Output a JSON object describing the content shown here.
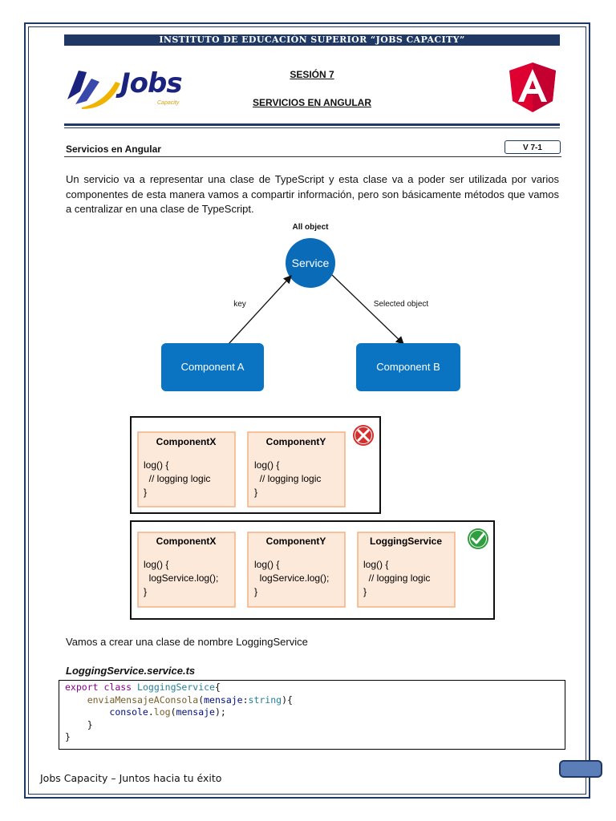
{
  "header": {
    "institute": "INSTITUTO DE EDUCACIÓN SUPERIOR “JOBS CAPACITY”"
  },
  "logo": {
    "text": "Jobs",
    "sub": "Capacity"
  },
  "session": {
    "number": "SESIÓN 7",
    "topic": "SERVICIOS EN ANGULAR"
  },
  "section": {
    "title": "Servicios en Angular",
    "version": "V 7-1"
  },
  "intro": "Un servicio va a representar una clase de TypeScript y esta clase va a poder ser utilizada por varios componentes de esta manera vamos a compartir información, pero son básicamente métodos que vamos a centralizar en una clase de TypeScript.",
  "diagram": {
    "top_label": "All object",
    "service": "Service",
    "left_arrow": "key",
    "right_arrow": "Selected object",
    "component_a": "Component A",
    "component_b": "Component B"
  },
  "comparison": {
    "bad": {
      "boxes": [
        {
          "title": "ComponentX",
          "l1": "log() {",
          "l2": "  // logging logic",
          "l3": "}"
        },
        {
          "title": "ComponentY",
          "l1": "log() {",
          "l2": "  // logging logic",
          "l3": "}"
        }
      ]
    },
    "good": {
      "boxes": [
        {
          "title": "ComponentX",
          "l1": "log() {",
          "l2": "  logService.log();",
          "l3": "}"
        },
        {
          "title": "ComponentY",
          "l1": "log() {",
          "l2": "  logService.log();",
          "l3": "}"
        },
        {
          "title": "LoggingService",
          "l1": "log() {",
          "l2": "  // logging logic",
          "l3": "}"
        }
      ]
    }
  },
  "paragraph2": "Vamos a crear una clase de nombre LoggingService",
  "code": {
    "filename": "LoggingService.service.ts",
    "l1_kw1": "export",
    "l1_kw2": "class",
    "l1_cls": "LoggingService",
    "l1_end": "{",
    "l2_fn": "enviaMensajeAConsola",
    "l2_p1": "(",
    "l2_param": "mensaje",
    "l2_colon": ":",
    "l2_type": "string",
    "l2_end": "){",
    "l3_obj": "console",
    "l3_dot": ".",
    "l3_fn": "log",
    "l3_p1": "(",
    "l3_arg": "mensaje",
    "l3_end": ");",
    "l4": "}",
    "l5": "}"
  },
  "footer": "Jobs Capacity – Juntos hacia tu éxito",
  "colors": {
    "navy": "#1f3864",
    "service_blue": "#0a6bb8",
    "component_blue": "#0a74c2",
    "box_fill": "#fde9d9",
    "box_border": "#f4b183",
    "angular_red": "#dd0031"
  },
  "icons": [
    "jobs-logo-icon",
    "angular-logo-icon",
    "error-x-icon",
    "success-check-icon"
  ]
}
